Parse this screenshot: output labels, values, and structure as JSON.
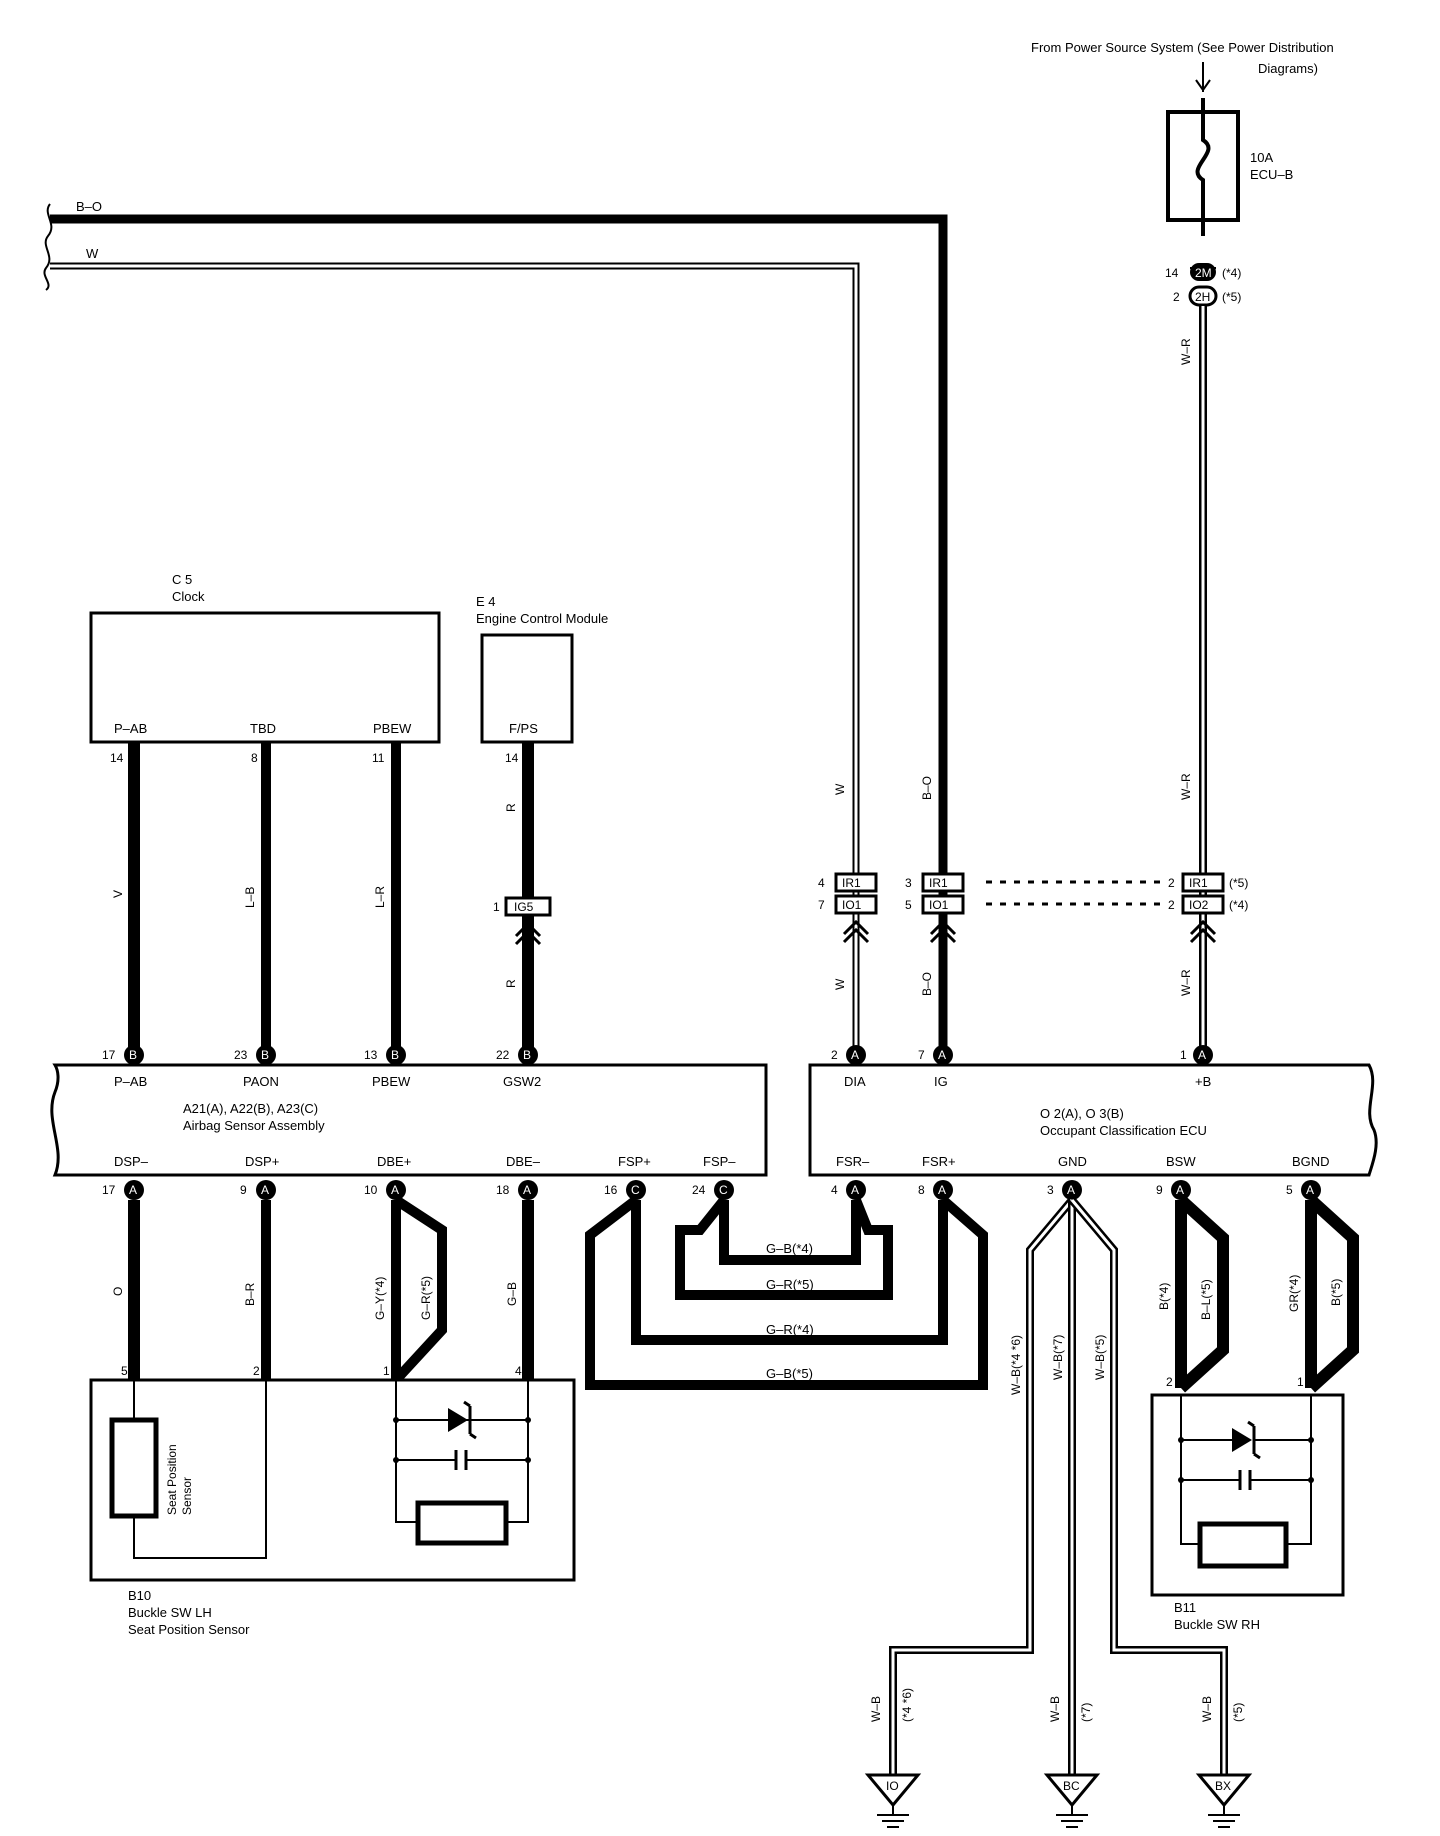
{
  "power_source": {
    "line1": "From Power Source System (See Power Distribution",
    "line2": "Diagrams)"
  },
  "fuse": {
    "rating": "10A",
    "name": "ECU–B"
  },
  "top_wires": {
    "bo": "B–O",
    "w": "W"
  },
  "power_connectors": {
    "a": {
      "pin": "14",
      "id": "2M",
      "note": "(*4)"
    },
    "b": {
      "pin": "2",
      "id": "2H",
      "note": "(*5)"
    }
  },
  "clock": {
    "code": "C 5",
    "name": "Clock",
    "terminals": [
      "P–AB",
      "TBD",
      "PBEW"
    ],
    "pins": [
      "14",
      "8",
      "11"
    ],
    "wire_colors": [
      "V",
      "L–B",
      "L–R"
    ]
  },
  "ecm": {
    "code": "E 4",
    "name": "Engine Control Module",
    "terminal": "F/PS",
    "pin": "14",
    "wire_color": "R",
    "connector": {
      "pin": "1",
      "id": "IG5"
    }
  },
  "airbag": {
    "title": "A21(A), A22(B), A23(C)",
    "name": "Airbag Sensor Assembly",
    "top_terminals": [
      "P–AB",
      "PAON",
      "PBEW",
      "GSW2"
    ],
    "top_pins": [
      "17",
      "23",
      "13",
      "22"
    ],
    "top_letters": [
      "B",
      "B",
      "B",
      "B"
    ],
    "bottom_terminals": [
      "DSP–",
      "DSP+",
      "DBE+",
      "DBE–",
      "FSP+",
      "FSP–"
    ],
    "bottom_pins": [
      "17",
      "9",
      "10",
      "18",
      "16",
      "24"
    ],
    "bottom_letters": [
      "A",
      "A",
      "A",
      "A",
      "C",
      "C"
    ]
  },
  "ecu": {
    "title": "O 2(A), O 3(B)",
    "name": "Occupant Classification ECU",
    "top_terminals": [
      "DIA",
      "IG",
      "+B"
    ],
    "top_pins": [
      "2",
      "7",
      "1"
    ],
    "top_letters": [
      "A",
      "A",
      "A"
    ],
    "bottom_terminals": [
      "FSR–",
      "FSR+",
      "GND",
      "BSW",
      "BGND"
    ],
    "bottom_pins": [
      "4",
      "8",
      "3",
      "9",
      "5"
    ],
    "bottom_letters": [
      "A",
      "A",
      "A",
      "A",
      "A"
    ]
  },
  "junction": {
    "w_upper": {
      "pin": "4",
      "id": "IR1"
    },
    "w_lower": {
      "pin": "7",
      "id": "IO1"
    },
    "bo_upper": {
      "pin": "3",
      "id": "IR1"
    },
    "bo_lower": {
      "pin": "5",
      "id": "IO1"
    },
    "wr_upper": {
      "pin": "2",
      "id": "IR1",
      "note": "(*5)"
    },
    "wr_lower": {
      "pin": "2",
      "id": "IO2",
      "note": "(*4)"
    }
  },
  "ecu_upper_wires": {
    "w": "W",
    "bo": "B–O",
    "wr": "W–R"
  },
  "fsr_wires": [
    "G–B(*4)",
    "G–R(*5)",
    "G–R(*4)",
    "G–B(*5)"
  ],
  "left_lower_wires": [
    "O",
    "B–R",
    "G–Y(*4)",
    "G–R(*5)",
    "G–B"
  ],
  "buckle_lh": {
    "pins": [
      "5",
      "2",
      "1",
      "4"
    ],
    "sensor_label1": "Seat Position",
    "sensor_label2": "Sensor",
    "code": "B10",
    "name1": "Buckle SW LH",
    "name2": "Seat Position Sensor"
  },
  "gnd_wires": [
    "W–B(*4 *6)",
    "W–B(*7)",
    "W–B(*5)"
  ],
  "buckle_rh": {
    "wires": [
      "B(*4)",
      "B–L(*5)",
      "GR(*4)",
      "B(*5)"
    ],
    "pins": [
      "2",
      "1"
    ],
    "code": "B11",
    "name": "Buckle SW RH"
  },
  "grounds": [
    {
      "wire": "W–B",
      "note": "(*4 *6)",
      "id": "IO"
    },
    {
      "wire": "W–B",
      "note": "(*7)",
      "id": "BC"
    },
    {
      "wire": "W–B",
      "note": "(*5)",
      "id": "BX"
    }
  ]
}
